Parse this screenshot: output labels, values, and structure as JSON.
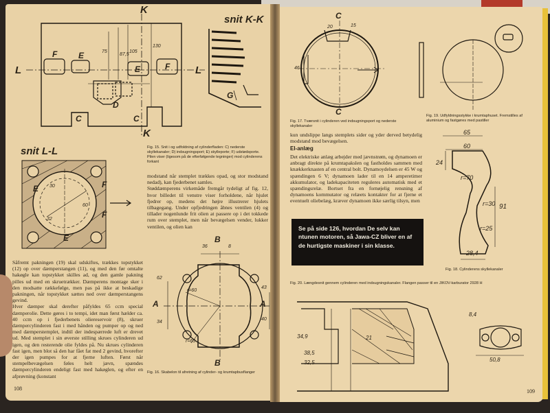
{
  "left_page": {
    "page_number": "108",
    "drawing_labels": {
      "K": "K",
      "snit_kk": "snit K-K",
      "L": "L",
      "F": "F",
      "E": "E",
      "D": "D",
      "C": "C",
      "G": "G",
      "dim_75": "75",
      "dim_875": "87,5",
      "dim_105": "105",
      "dim_130": "130",
      "snit_ll": "snit L-L",
      "dim_30": "30",
      "dim_32": "32",
      "dim_60": "60",
      "dim_36": "36",
      "dim_8": "8",
      "dim_R60": "r=60",
      "dim_R65": "r=65",
      "dim_62": "62",
      "dim_34": "34",
      "dim_43": "43",
      "dim_40": "40",
      "B": "B",
      "A": "A"
    },
    "fig15_caption": "Fig. 15. Snit i og udfoldning af cylinderfladen: C) nederste skyllekanaler; D) indsugningsport; E) skylleporte; F) udstødsporte. Pilen viser (ligesom på de efterfølgende tegninger) mod cylinderens forkant",
    "fig16_caption": "Fig. 16. Skabelon til afretning af cylinder- og krumtapbusflanger",
    "col1_text": "Såfremt pakningen (19) skal udskiftes, trækkes topstykket (12) op over dæmperstangen (11), og med den før omtalte hakøgle kan topstykket skilles ad, og den gamle pakning pilles ud med en skruetrækker. Dæmperens montage sker i den modsatte rækkefølge, men pas på ikke at beskadige pakningen, når topstykket sættes ned over dæmperstangens gevind.\nHver dæmper skal derefter påfyldes 65 ccm special dæmperolie. Dette gøres i to tempi, idet man først hælder ca. 40 ccm op i fjederbenets oliereservoir (8), skruer dæmpercylinderen fast i med hånden og pumper op og ned med dæmperstemplet, indtil der indespærrede luft er drevet ud. Med stemplet i sin øverste stilling skrues cylinderen ud igen, og den resterende olie fyldes på. Nu skrues cylinderen fast igen, men blot så den har fået fat med 2 gevind, hvorefter der igen pumpes for at fjerne luften. Først når stempelbevægelsen føles helt jævn, spændes dæmpercylinderen endeligt fast med hakøglen, og efter en afprøvning (konstant",
    "col2_text": "modstand når stemplet trækkes opad, og stor modstand nedad), kan fjederbenet samles.\nStøddæmperens virkemåde fremgår tydeligt af fig. 12, hvor billedet til venstre viser forholdene, når hjulet fjedrer op, medens det højre illustrerer hjulets tilbagegang. Under opfjedringen åbnes ventilen (4) og tillader nogenlunde frit olien at passere op i det tokkede rum over stemplet, men når bevægelsen vender, lukker ventilen, og olien kan"
  },
  "right_page": {
    "page_number": "109",
    "fig17_caption": "Fig. 17. Tværsnit i cylinderen ved indsugningsport og nederste skyllekanaler",
    "fig19_caption": "Fig. 19. Udfyldningsstykke i krumtaphuset. Fremstilles af aluminium og fastgøres med pastiller",
    "fig18_caption": "Fig. 18. Cylinderens skyllekanaler",
    "fig20_caption": "Fig. 20. Længdesnit gennem cylinderen med indsugningskanaler. Flangen passer til en JIKOV-karburator 2928 H",
    "col_text_top": "kun undslippe langs stemplets sider og yder derved betydelig modstand mod bevægelsen.",
    "section_heading": "El-anlæg",
    "col_text": "Det elektriske anlæg arbejder med jævnstrøm, og dynamoen er anbragt direkte på krumtapakslen og fastholdes sammen med knækkerknasten af en central bolt. Dynamoydelsen er 45 W og spændingen 6 V; dynamoen lader til en 14 amperetimer akkumulator, og ladekapaciteten reguleres automatisk med et spændingsrelæ. Bortset fra en fornøjelig rensning af dynamoens kommutator og relæets kontakter for at fjerne et eventuelt oliebelæg, kræver dynamoen ikke særlig tilsyn, men",
    "ad_box": "Se på side 126, hvordan De selv kan ntunen motoren, så Jawa-CZ bliver en af de hurtigste maskiner i sin klasse.",
    "drawing_labels": {
      "C": "C",
      "dim_20": "20",
      "dim_15": "15",
      "dim_46": "46",
      "dim_65": "65",
      "dim_60": "60",
      "dim_24": "24",
      "dim_r70": "r=70",
      "dim_r30": "r=30",
      "dim_r25": "r=25",
      "dim_91": "91",
      "dim_284": "28,4",
      "dim_84": "8,4",
      "dim_508": "50,8",
      "dim_349": "34,9",
      "dim_385": "38,5",
      "dim_325": "32,5",
      "dim_21": "21"
    }
  }
}
